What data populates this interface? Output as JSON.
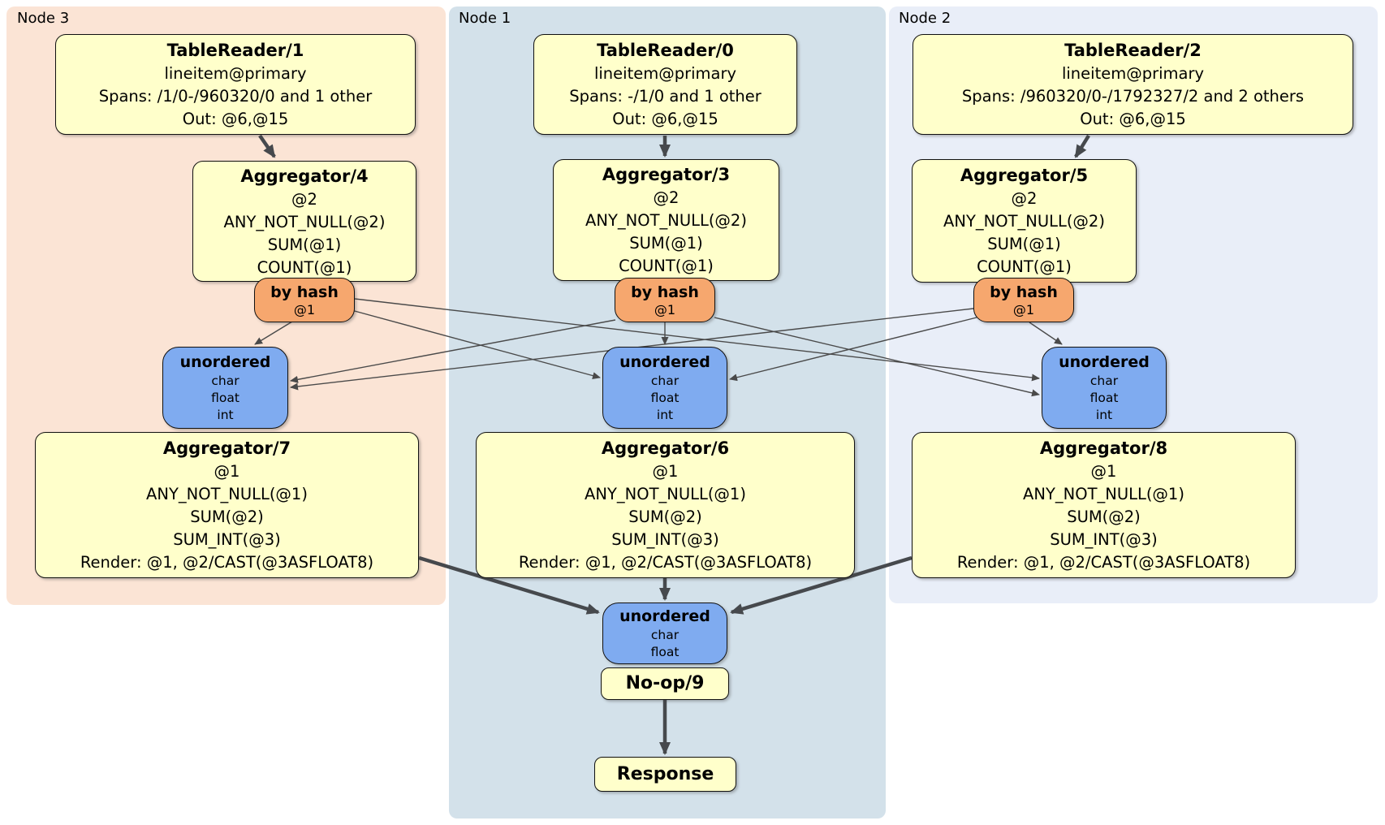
{
  "colors": {
    "node3_background": "#fbe4d5",
    "node1_background": "#d3e1ea",
    "node2_background": "#e9eef8",
    "processor_box_fill": "#ffffcb",
    "hash_router_fill": "#f6a76e",
    "sync_box_fill": "#7fabf0",
    "edge_color": "#46494d"
  },
  "nodes": [
    {
      "label": "Node 3",
      "table_reader": {
        "title": "TableReader/1",
        "lines": [
          "lineitem@primary",
          "Spans: /1/0-/960320/0 and 1 other",
          "Out: @6,@15"
        ]
      },
      "upper_aggregator": {
        "title": "Aggregator/4",
        "lines": [
          "@2",
          "ANY_NOT_NULL(@2)",
          "SUM(@1)",
          "COUNT(@1)"
        ]
      },
      "hash_router": {
        "title": "by hash",
        "arg": "@1"
      },
      "sync": {
        "title": "unordered",
        "types": [
          "char",
          "float",
          "int"
        ]
      },
      "lower_aggregator": {
        "title": "Aggregator/7",
        "lines": [
          "@1",
          "ANY_NOT_NULL(@1)",
          "SUM(@2)",
          "SUM_INT(@3)",
          "Render: @1, @2/CAST(@3ASFLOAT8)"
        ]
      }
    },
    {
      "label": "Node 1",
      "table_reader": {
        "title": "TableReader/0",
        "lines": [
          "lineitem@primary",
          "Spans: -/1/0 and 1 other",
          "Out: @6,@15"
        ]
      },
      "upper_aggregator": {
        "title": "Aggregator/3",
        "lines": [
          "@2",
          "ANY_NOT_NULL(@2)",
          "SUM(@1)",
          "COUNT(@1)"
        ]
      },
      "hash_router": {
        "title": "by hash",
        "arg": "@1"
      },
      "sync": {
        "title": "unordered",
        "types": [
          "char",
          "float",
          "int"
        ]
      },
      "lower_aggregator": {
        "title": "Aggregator/6",
        "lines": [
          "@1",
          "ANY_NOT_NULL(@1)",
          "SUM(@2)",
          "SUM_INT(@3)",
          "Render: @1, @2/CAST(@3ASFLOAT8)"
        ]
      }
    },
    {
      "label": "Node 2",
      "table_reader": {
        "title": "TableReader/2",
        "lines": [
          "lineitem@primary",
          "Spans: /960320/0-/1792327/2 and 2 others",
          "Out: @6,@15"
        ]
      },
      "upper_aggregator": {
        "title": "Aggregator/5",
        "lines": [
          "@2",
          "ANY_NOT_NULL(@2)",
          "SUM(@1)",
          "COUNT(@1)"
        ]
      },
      "hash_router": {
        "title": "by hash",
        "arg": "@1"
      },
      "sync": {
        "title": "unordered",
        "types": [
          "char",
          "float",
          "int"
        ]
      },
      "lower_aggregator": {
        "title": "Aggregator/8",
        "lines": [
          "@1",
          "ANY_NOT_NULL(@1)",
          "SUM(@2)",
          "SUM_INT(@3)",
          "Render: @1, @2/CAST(@3ASFLOAT8)"
        ]
      }
    }
  ],
  "final_stage": {
    "sync": {
      "title": "unordered",
      "types": [
        "char",
        "float"
      ]
    },
    "noop_label": "No-op/9",
    "response_label": "Response"
  }
}
